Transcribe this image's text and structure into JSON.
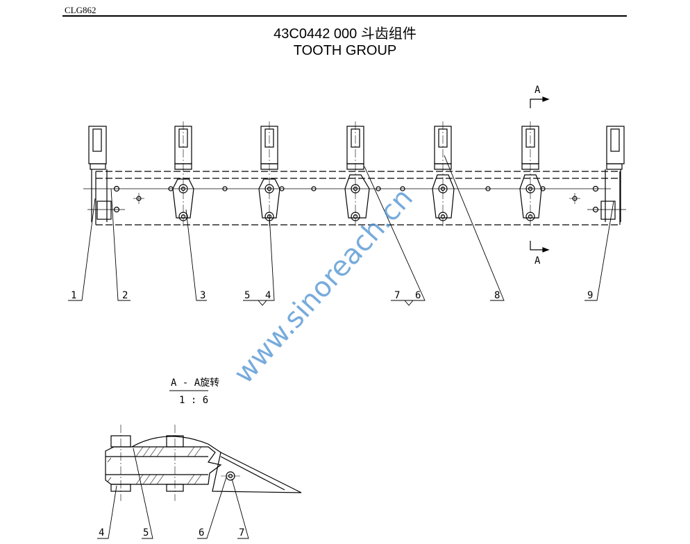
{
  "header": {
    "model": "CLG862"
  },
  "title": {
    "part_number_cn": "43C0442 000  斗齿组件",
    "english": "TOOTH GROUP"
  },
  "section": {
    "marker": "A",
    "view_label": "A - A旋转",
    "scale": "1 : 6"
  },
  "callouts": {
    "main": [
      "1",
      "2",
      "3",
      "5",
      "4",
      "7",
      "6",
      "8",
      "9"
    ],
    "section": [
      "4",
      "5",
      "6",
      "7"
    ]
  },
  "watermark": "www.sinoreach.cn"
}
